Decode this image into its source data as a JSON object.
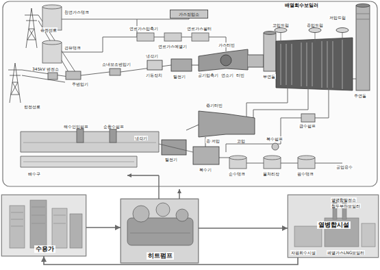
{
  "diagram": {
    "nodes": [
      {
        "text": [
          "가스정압소"
        ]
      },
      {
        "text": [
          "수용가"
        ]
      },
      {
        "text": [
          "히트펌프"
        ]
      },
      {
        "text": [
          "열병합시설",
          "열병합발전소",
          "첨두부하보일러",
          "자원회수시설",
          "폐열가스LNG보일러"
        ]
      }
    ],
    "edges": [
      {
        "from": 1,
        "to": 2,
        "arrow": "to"
      },
      {
        "from": 2,
        "to": 3,
        "arrow": "to"
      },
      {
        "from": 3,
        "to": 1,
        "arrow": "to"
      }
    ],
    "labels": [
      "천연가스탱크",
      "경유탱크",
      "배열회수보일러",
      "고압드럼",
      "중압드럼",
      "저압드럼",
      "연료가스압축기",
      "연료가스예열기",
      "연료가스필터",
      "가스터빈",
      "공기압축기",
      "연소기",
      "터빈",
      "부연돌",
      "주연돌",
      "발전기",
      "기동장치",
      "냉각기",
      "소내보조변압기",
      "주변압기",
      "345kV 변전소",
      "송전선로",
      "한전선로",
      "증기터빈",
      "중·저압",
      "고압",
      "발전기",
      "냉각기",
      "복수기",
      "복수펌프",
      "급수펌프",
      "순수탱크",
      "물처리장",
      "원수탱크",
      "공업용수",
      "해수인입펌프",
      "순환수펌프",
      "배수구"
    ]
  }
}
